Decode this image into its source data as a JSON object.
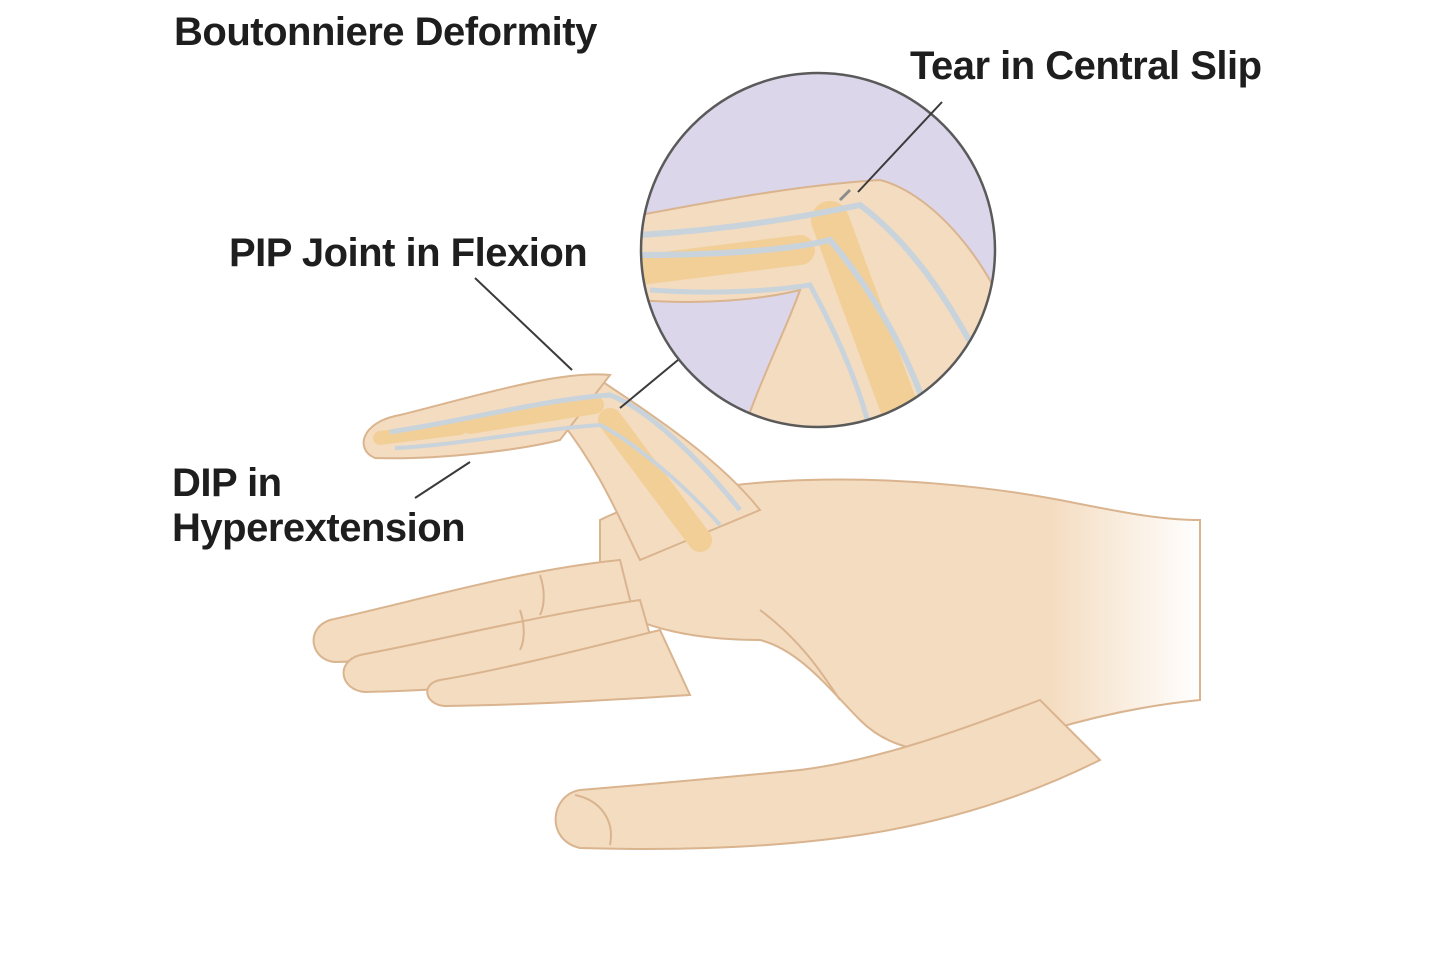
{
  "title": "Boutonniere Deformity",
  "labels": {
    "tear": "Tear in Central Slip",
    "pip": "PIP Joint in Flexion",
    "dip_line1": "DIP in",
    "dip_line2": "Hyperextension"
  },
  "colors": {
    "background": "#ffffff",
    "skin": "#f4dcc0",
    "skin_shadow": "#e3c09e",
    "bone": "#f2cf97",
    "tendon": "#c9d3dc",
    "magnifier_bg": "#dcd6ea",
    "leader_line": "#3a3a3a",
    "text": "#1e1e1e"
  }
}
